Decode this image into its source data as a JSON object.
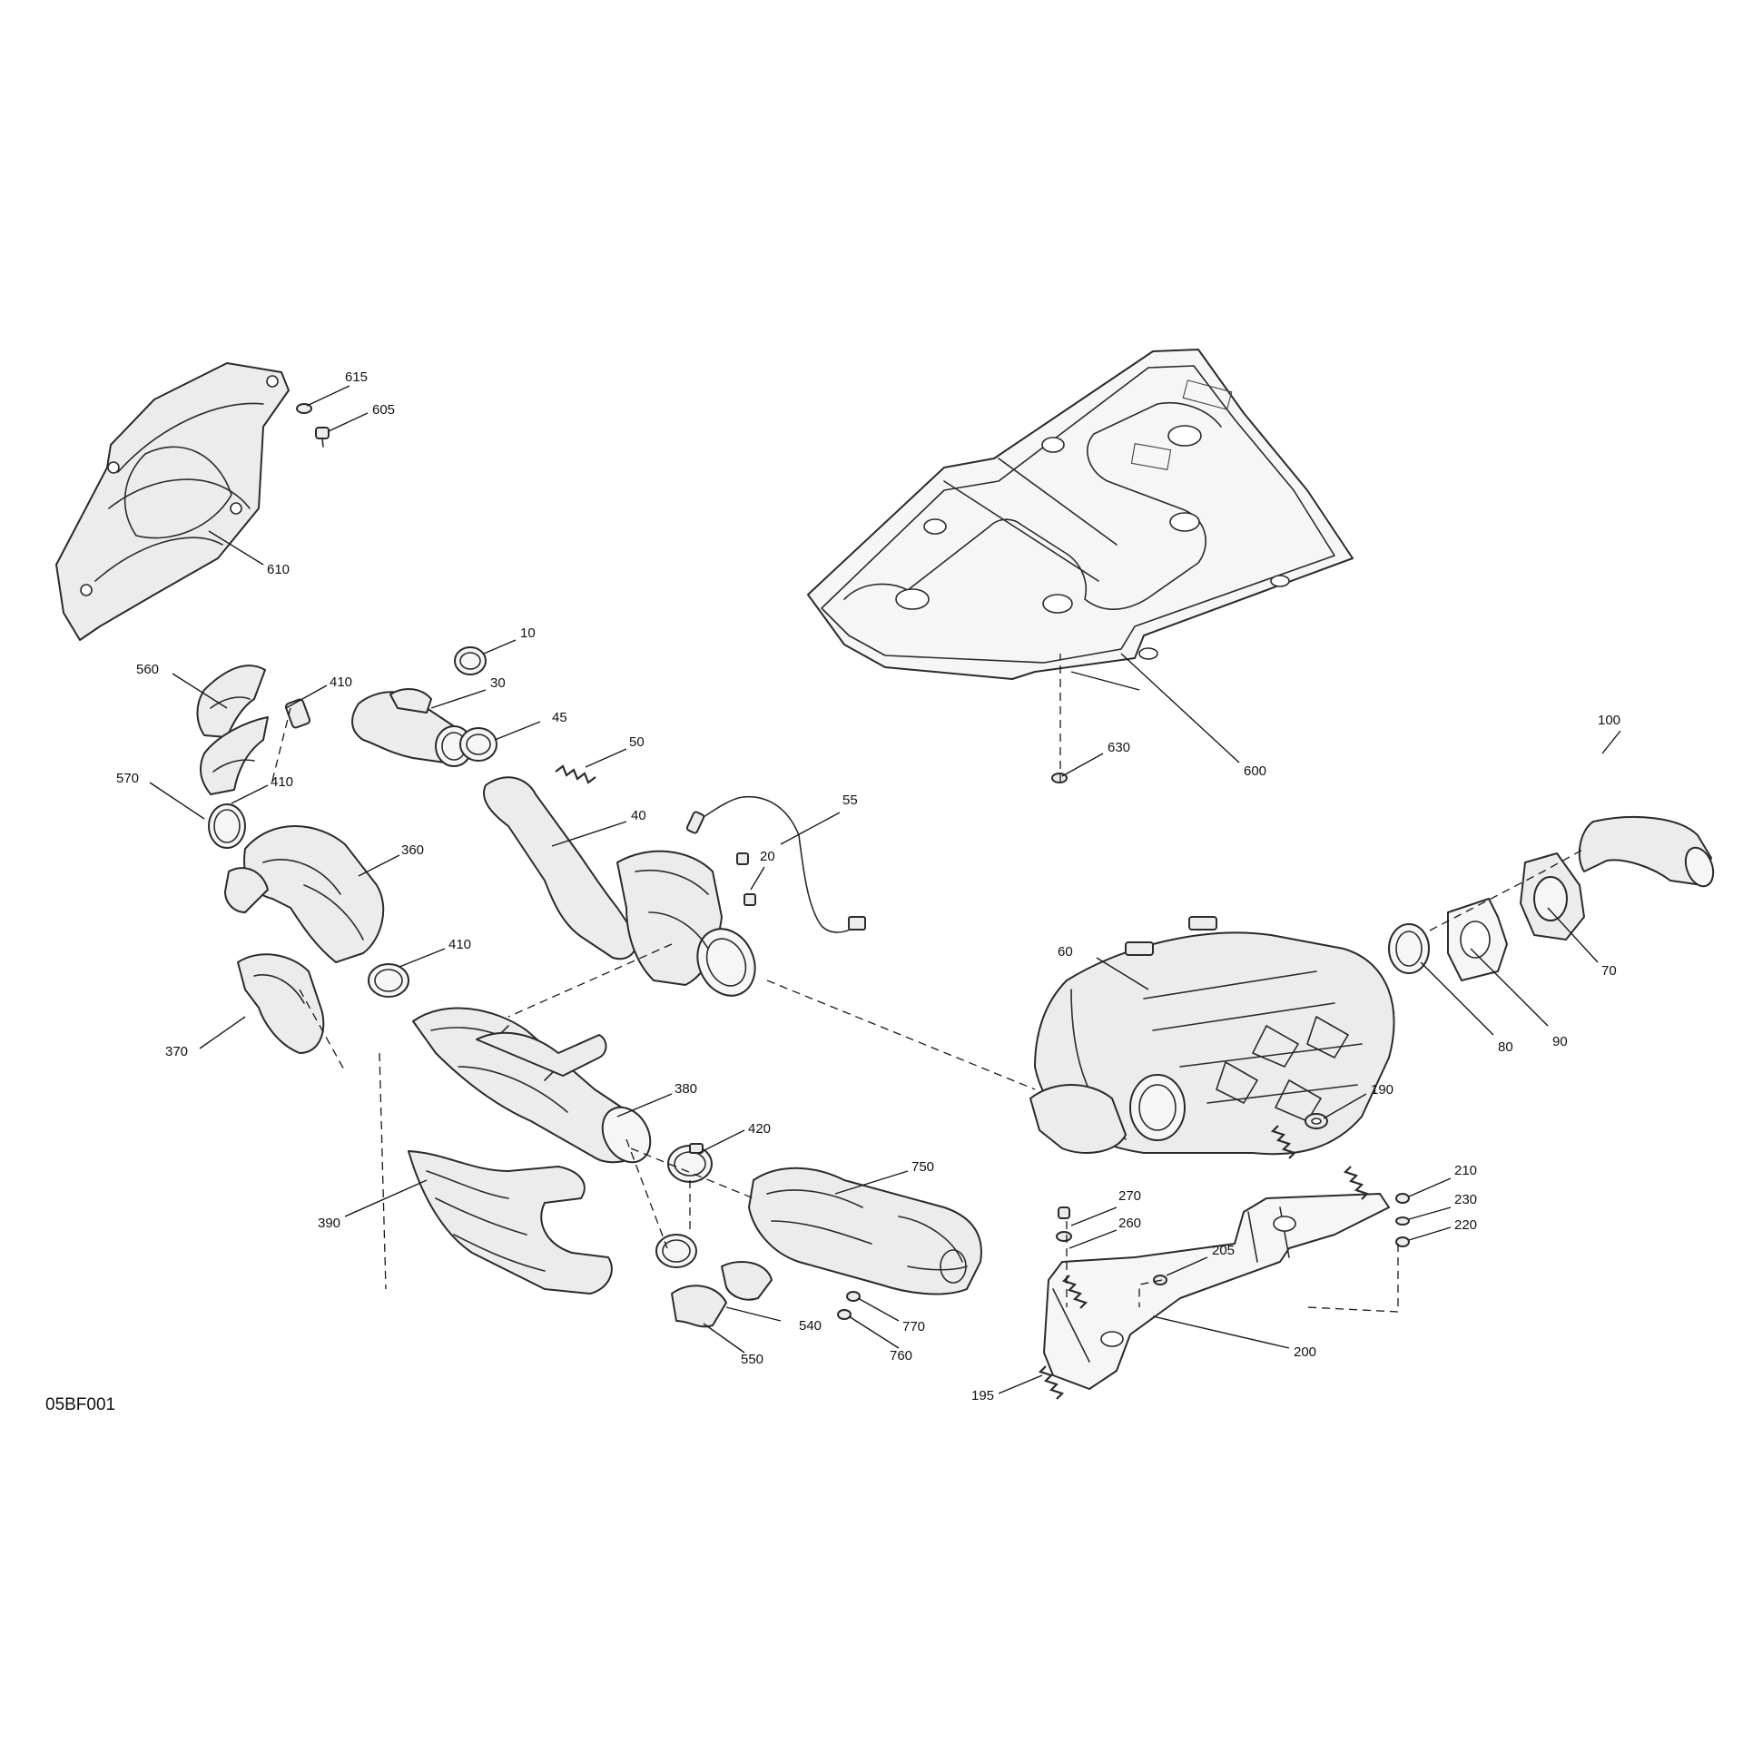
{
  "figure_id": "05BF001",
  "callouts": {
    "c10": "10",
    "c20": "20",
    "c30": "30",
    "c40": "40",
    "c45": "45",
    "c50": "50",
    "c55": "55",
    "c60": "60",
    "c70": "70",
    "c80": "80",
    "c90": "90",
    "c100": "100",
    "c190": "190",
    "c195": "195",
    "c200": "200",
    "c205": "205",
    "c210": "210",
    "c220": "220",
    "c230": "230",
    "c260": "260",
    "c270": "270",
    "c360": "360",
    "c370": "370",
    "c380": "380",
    "c390": "390",
    "c410a": "410",
    "c410b": "410",
    "c410c": "410",
    "c420": "420",
    "c540": "540",
    "c550": "550",
    "c560": "560",
    "c570": "570",
    "c600": "600",
    "c605": "605",
    "c610": "610",
    "c615": "615",
    "c630": "630",
    "c750": "750",
    "c760": "760",
    "c770": "770"
  }
}
